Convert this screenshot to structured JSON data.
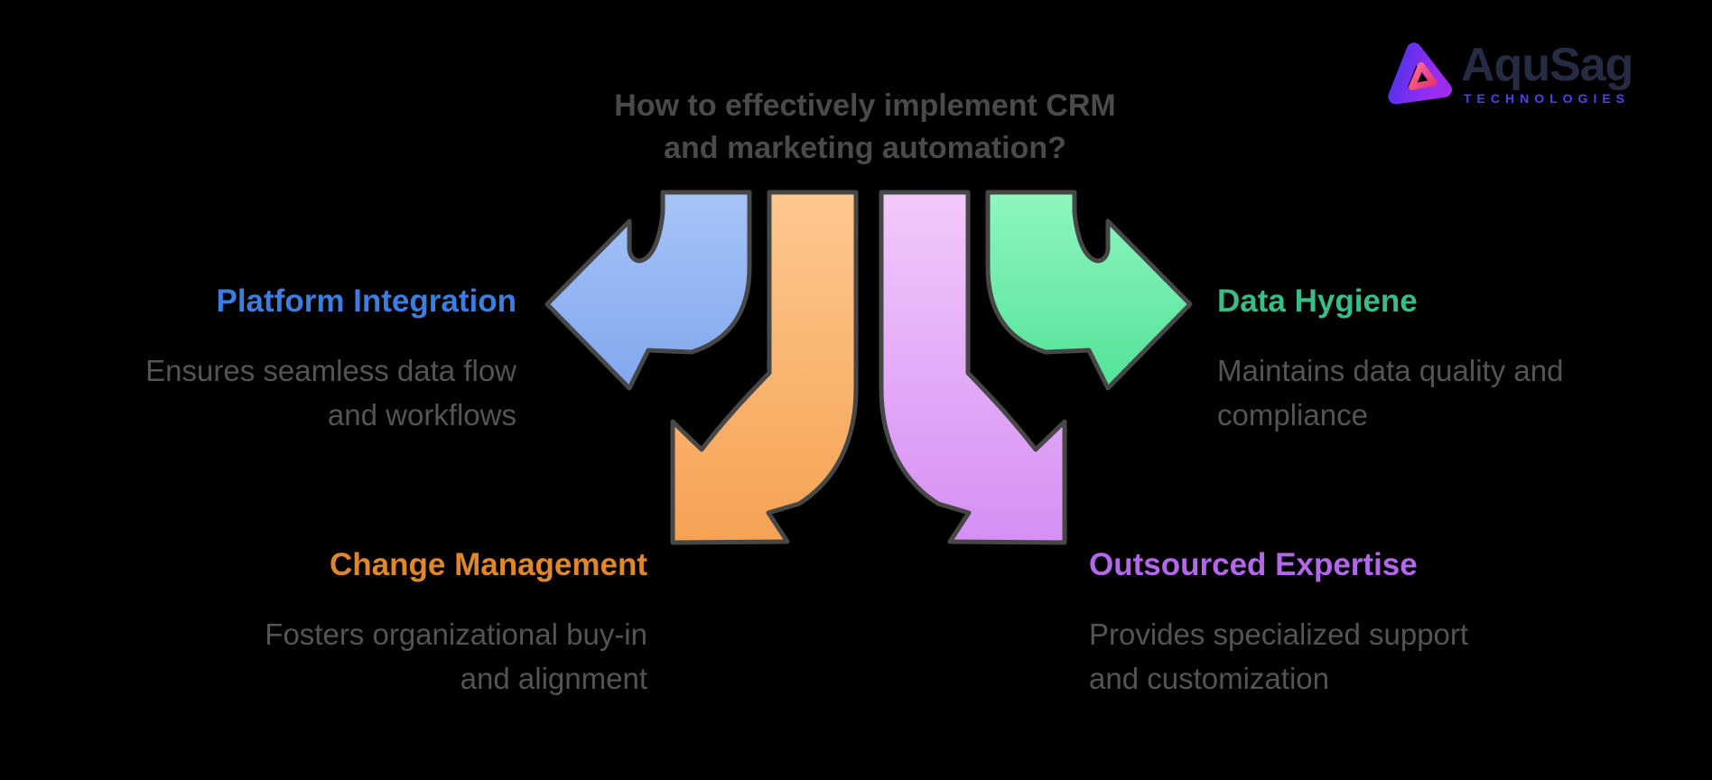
{
  "background": "#000000",
  "title": {
    "line1": "How to effectively implement CRM",
    "line2": "and marketing automation?",
    "color": "#4a4a4a"
  },
  "logo": {
    "name": "AquSag",
    "subtitle": "TECHNOLOGIES",
    "name_color": "#262b44",
    "subtitle_color": "#4d43ee",
    "mark_gradient": [
      "#4733ec",
      "#9c2df0"
    ],
    "mark_accent_gradient": [
      "#ff6e9e",
      "#e8336e"
    ]
  },
  "items": [
    {
      "id": "platform",
      "title": "Platform Integration",
      "title_color": "#3c7ee0",
      "description": [
        "Ensures seamless data flow",
        "and workflows"
      ]
    },
    {
      "id": "hygiene",
      "title": "Data Hygiene",
      "title_color": "#39bd86",
      "description": [
        "Maintains data quality and",
        "compliance"
      ]
    },
    {
      "id": "change",
      "title": "Change Management",
      "title_color": "#e0862c",
      "description": [
        "Fosters organizational buy-in",
        "and alignment"
      ]
    },
    {
      "id": "outsourced",
      "title": "Outsourced Expertise",
      "title_color": "#b467ea",
      "description": [
        "Provides specialized support",
        "and customization"
      ]
    }
  ],
  "description_color": "#545454",
  "arrow_outline": "#474747",
  "arrows": [
    {
      "id": "platform",
      "direction": "left",
      "gradient": [
        "#a6c4f7",
        "#82a7ef"
      ]
    },
    {
      "id": "change",
      "direction": "down-left",
      "gradient": [
        "#fec88f",
        "#f5a253"
      ]
    },
    {
      "id": "outsourced",
      "direction": "down-right",
      "gradient": [
        "#f3c9fb",
        "#d58ff4"
      ]
    },
    {
      "id": "hygiene",
      "direction": "right",
      "gradient": [
        "#8ff6bf",
        "#54e29a"
      ]
    }
  ]
}
